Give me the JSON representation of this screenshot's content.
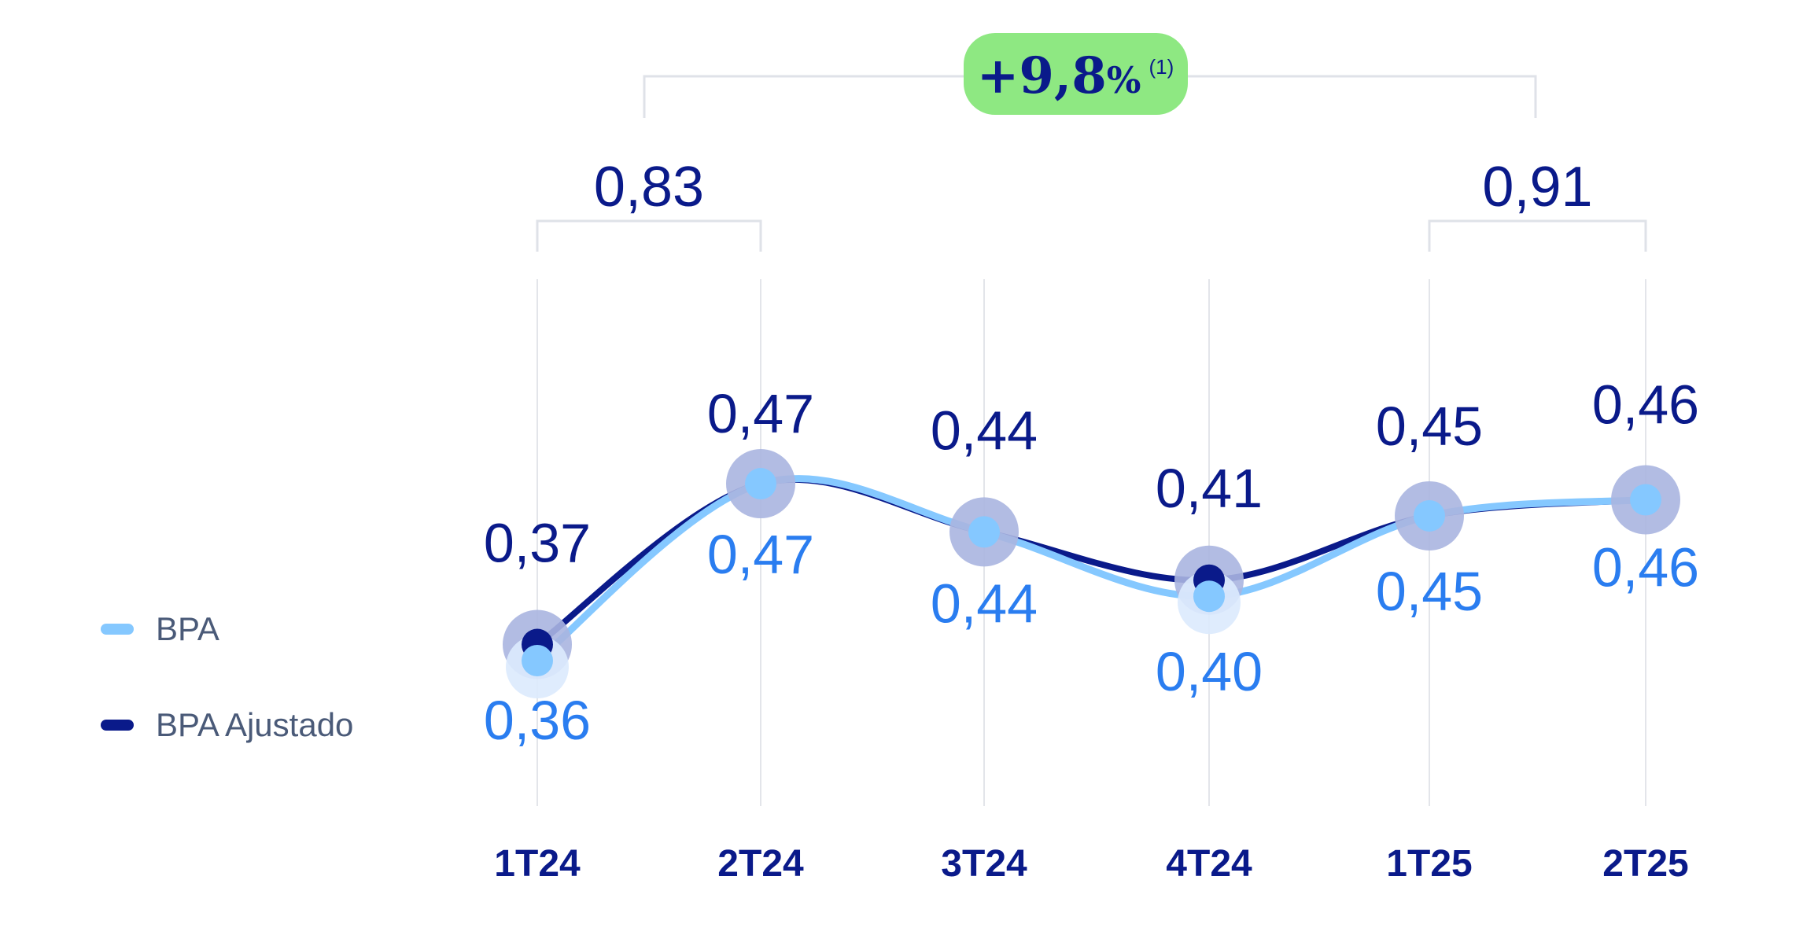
{
  "chart_data": {
    "type": "line",
    "categories": [
      "1T24",
      "2T24",
      "3T24",
      "4T24",
      "1T25",
      "2T25"
    ],
    "series": [
      {
        "name": "BPA",
        "values": [
          0.36,
          0.47,
          0.44,
          0.4,
          0.45,
          0.46
        ],
        "labels": [
          "0,36",
          "0,47",
          "0,44",
          "0,40",
          "0,45",
          "0,46"
        ],
        "color": "#85c8ff"
      },
      {
        "name": "BPA Ajustado",
        "values": [
          0.37,
          0.47,
          0.44,
          0.41,
          0.45,
          0.46
        ],
        "labels": [
          "0,37",
          "0,47",
          "0,44",
          "0,41",
          "0,45",
          "0,46"
        ],
        "color": "#0a1a8a"
      }
    ],
    "groups": [
      {
        "label": "0,83",
        "from": "1T24",
        "to": "2T24"
      },
      {
        "label": "0,91",
        "from": "1T25",
        "to": "2T25"
      }
    ],
    "growth": {
      "value": "+9,8",
      "unit": "%",
      "note": "(1)"
    }
  },
  "colors": {
    "dark": "#0a1a8a",
    "light": "#85c8ff",
    "mid": "#2a7df0",
    "badge": "#8ee882",
    "grid": "#e3e5ea",
    "halo": "#aab5e0"
  }
}
